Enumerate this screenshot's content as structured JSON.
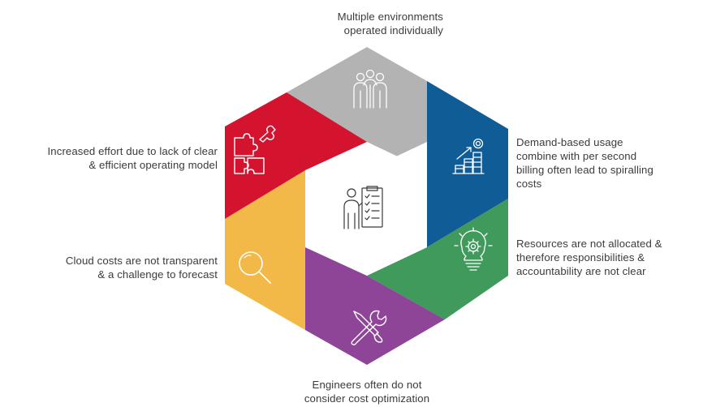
{
  "segments": [
    {
      "id": "top",
      "color": "#b3b3b3",
      "icon": "team-people-icon",
      "caption": [
        "Multiple  environments",
        "operated individually"
      ]
    },
    {
      "id": "upper-right",
      "color": "#0f5c97",
      "icon": "rising-coins-chart-icon",
      "caption": [
        "Demand-based usage",
        "combine with per second",
        "billing often lead to spiralling",
        "costs"
      ]
    },
    {
      "id": "lower-right",
      "color": "#3f9a5b",
      "icon": "lightbulb-gear-icon",
      "caption": [
        "Resources are not allocated &",
        "therefore responsibilities &",
        "accountability are not clear"
      ]
    },
    {
      "id": "bottom",
      "color": "#8e4598",
      "icon": "wrench-screwdriver-icon",
      "caption": [
        "Engineers often do not",
        "consider cost optimization"
      ]
    },
    {
      "id": "lower-left",
      "color": "#f2b949",
      "icon": "magnifier-icon",
      "caption": [
        "Cloud costs are not transparent",
        "& a challenge to forecast"
      ]
    },
    {
      "id": "upper-left",
      "color": "#d4132f",
      "icon": "puzzle-pieces-icon",
      "caption": [
        "Increased effort due to lack of clear",
        "& efficient operating model"
      ]
    }
  ],
  "center": {
    "icon": "person-checklist-icon",
    "color": "#3a3a3a"
  }
}
